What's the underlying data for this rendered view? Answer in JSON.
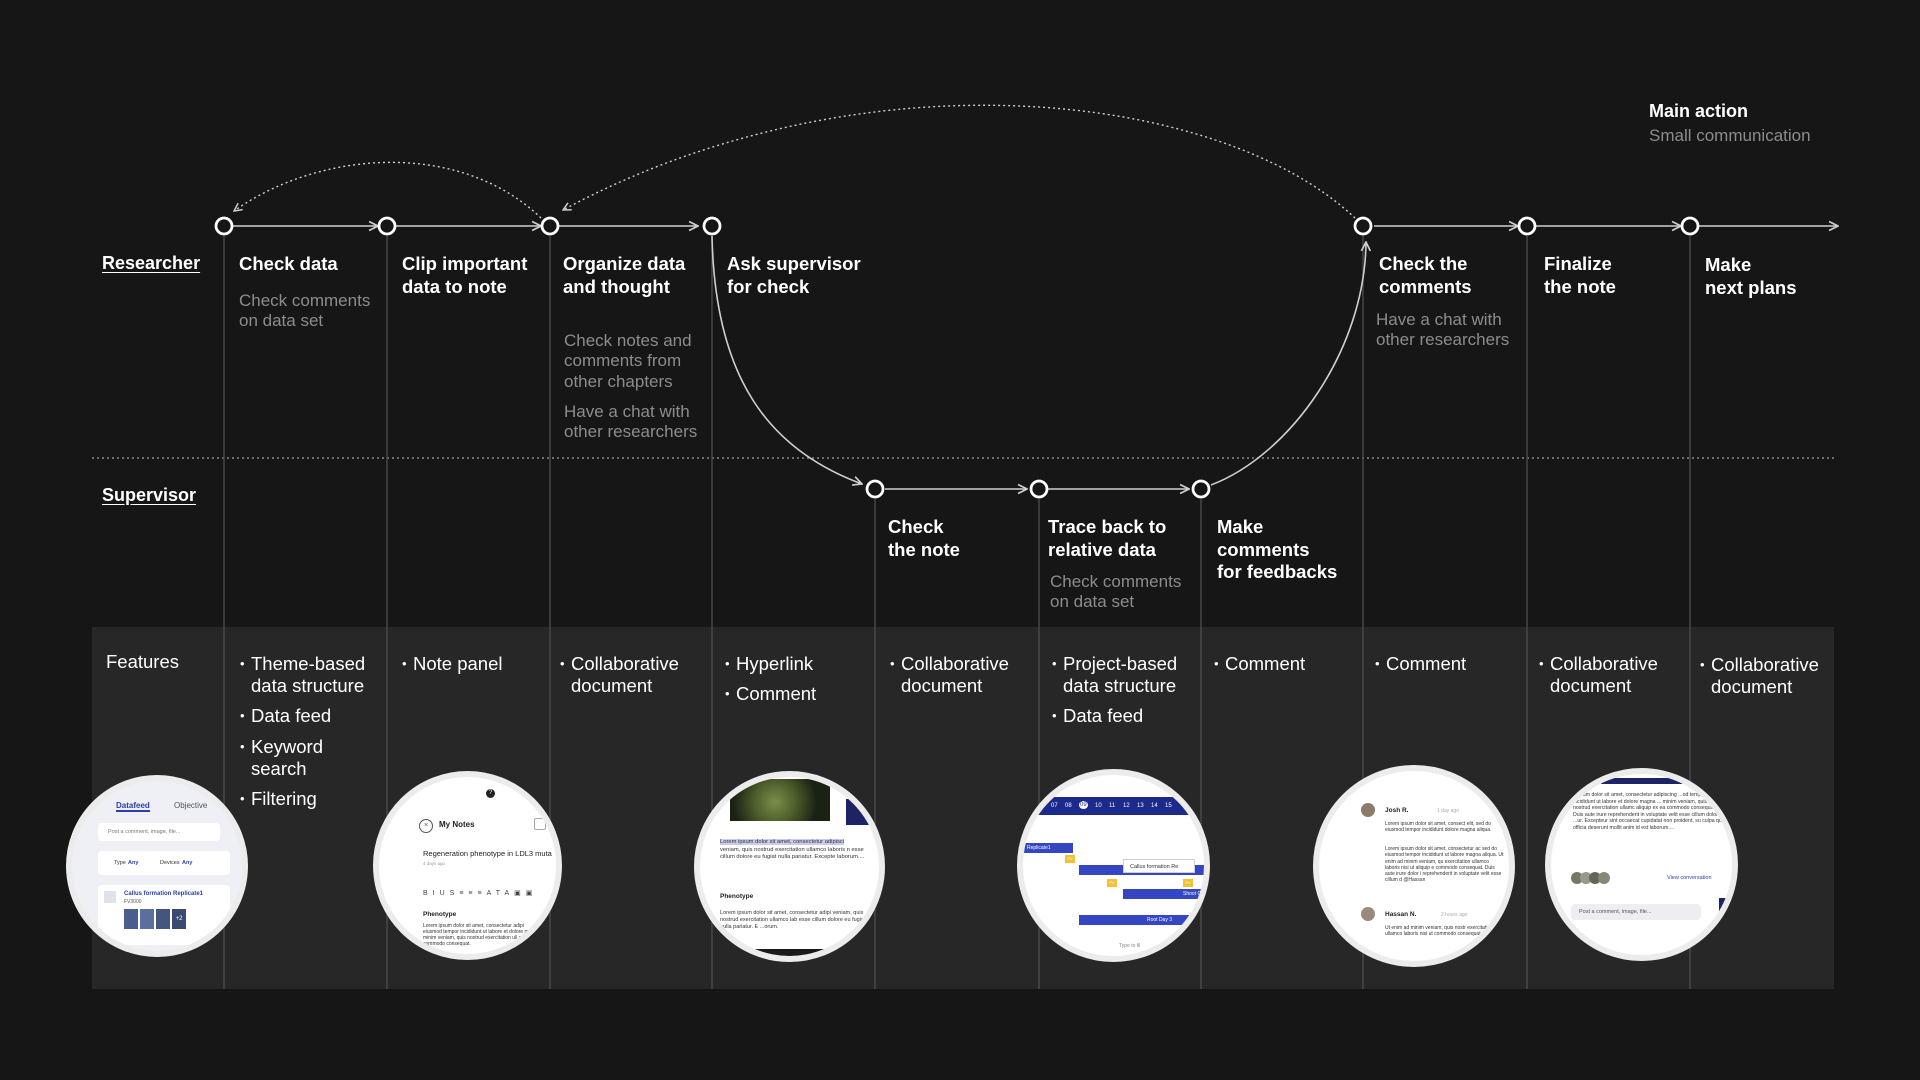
{
  "legend": {
    "main": "Main action",
    "small": "Small communication"
  },
  "lanes": {
    "researcher": "Researcher",
    "supervisor": "Supervisor"
  },
  "features_title": "Features",
  "steps": [
    {
      "title": "Check data",
      "notes": [
        "Check comments\non data set"
      ],
      "features": [
        "Theme-based\ndata structure",
        "Data feed",
        "Keyword\nsearch",
        "Filtering"
      ]
    },
    {
      "title": "Clip important\ndata to note",
      "notes": [],
      "features": [
        "Note panel"
      ]
    },
    {
      "title": "Organize data\nand thought",
      "notes": [
        "Check notes and\ncomments from\nother chapters",
        "Have a chat with\nother researchers"
      ],
      "features": [
        "Collaborative\ndocument"
      ]
    },
    {
      "title": "Ask supervisor\nfor check",
      "notes": [],
      "features": [
        "Hyperlink",
        "Comment"
      ]
    },
    {
      "title": "Check\nthe note",
      "notes": [],
      "features": [
        "Collaborative\ndocument"
      ]
    },
    {
      "title": "Trace back to\nrelative data",
      "notes": [
        "Check comments\non data set"
      ],
      "features": [
        "Project-based\ndata structure",
        "Data feed"
      ]
    },
    {
      "title": "Make\ncomments\nfor feedbacks",
      "notes": [],
      "features": [
        "Comment"
      ]
    },
    {
      "title": "Check the\ncomments",
      "notes": [
        "Have a chat with\nother researchers"
      ],
      "features": [
        "Comment"
      ]
    },
    {
      "title": "Finalize\nthe note",
      "notes": [],
      "features": [
        "Collaborative\ndocument"
      ]
    },
    {
      "title": "Make\nnext plans",
      "notes": [],
      "features": [
        "Collaborative\ndocument"
      ]
    }
  ],
  "thumbs": {
    "datafeed": {
      "tab1": "Datafeed",
      "tab2": "Objective",
      "input": "Post a comment, image, file...",
      "filter1": "Type",
      "filter1_val": "Any",
      "filter2": "Devices",
      "filter2_val": "Any",
      "item_title": "Callus formation Replicate1",
      "item_sub": "FV3000",
      "badge": "+2"
    },
    "notes": {
      "title": "My Notes",
      "heading": "Regeneration phenotype in LDL3 muta",
      "meta": "4 days ago",
      "section": "Phenotype",
      "body": "Lorem ipsum dolor sit amet, consectetur adipi eiusmod tempor incididunt ut labore et dolore m ad minim veniam, quis nostrud exercitation ull ex ea commodo consequat."
    },
    "hyperlink": {
      "highlight": "Lorem ipsum dolor sit amet, consectetur adipisci",
      "body": "veniam, quis nostrud exercitation ullamco laboris n esse cillum dolore eu fugiat nulla pariatur. Excepte laborum....",
      "section": "Phenotype",
      "body2": "Lorem ipsum dolor sit amet, consectetur adipi veniam, quis nostrud exercitation ullamco lab esse cillum dolore eu fugiat nulla pariatur. E ...orum."
    },
    "timeline": {
      "days": [
        "07",
        "08",
        "09",
        "10",
        "11",
        "12",
        "13",
        "14",
        "15"
      ],
      "bar1": "Replicate1",
      "bar2": "Callus formation Re",
      "bar3": "Shoot Gr",
      "bar4": "Root Day 3",
      "tag": "PV",
      "input": "Type to fil"
    },
    "comments": {
      "user1": "Josh R.",
      "time1": "1 day ago",
      "text1a": "Lorem ipsum dolor sit amet, consect elit, sed do eiusmod tempor incididunt dolore magna aliqua.",
      "text1b": "Lorem ipsum dolor sit amet, consectetur ac sed do eiusmod tempor incididunt ut labore magna aliqua. Ut enim ad minim veniam, qu exercitation ullamco laboris nisi ut aliquip e commodo consequat. Duis aute irure dolor i reprehenderit in voluptate velit esse cillum d @Hassan",
      "user2": "Hassan N.",
      "time2": "2 hours ago",
      "text2": "Ut enim ad minim veniam, quis nostr exercitation ullamco laboris nisi ut commodo consequat."
    },
    "conversation": {
      "text": "...psum dolor sit amet, consectetur adipiscing ...od tempor incididunt ut labore et dolore magna ... minim veniam, quis nostrud exercitation ullamc aliquip ex ea commodo consequat. Duis aute irure reprehenderit in voluptate velit esse cillum dolore ...ur. Excepteur sint occaecat cupidatat non proident, su culpa qui officia deserunt mollit anim id est laborum....",
      "link": "View conversation",
      "input": "Post a comment, image, file..."
    }
  }
}
